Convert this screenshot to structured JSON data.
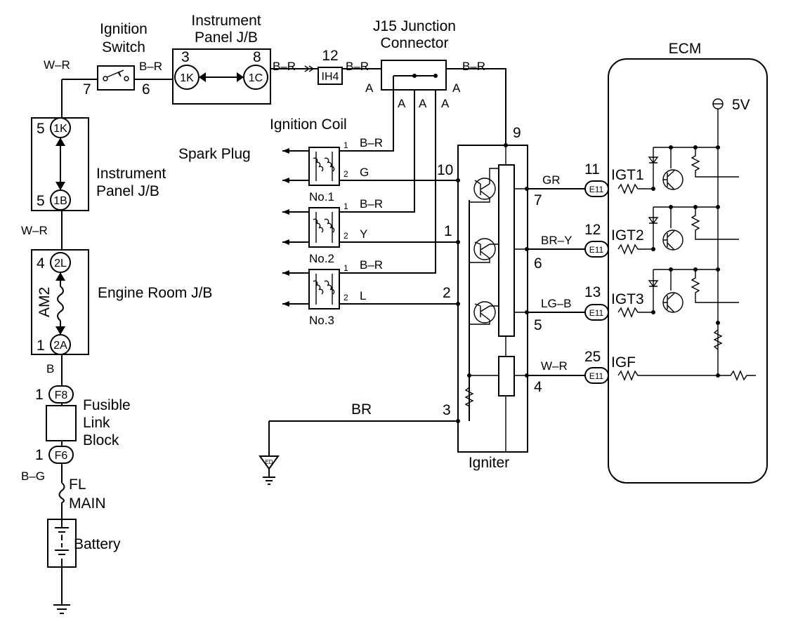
{
  "ignition_switch": {
    "title1": "Ignition",
    "title2": "Switch",
    "pin_in": "7",
    "pin_out": "6",
    "wire_in": "W–R",
    "wire_out": "B–R"
  },
  "ip_jb_top": {
    "title1": "Instrument",
    "title2": "Panel J/B",
    "pin_a": "3",
    "conn_a": "1K",
    "pin_b": "8",
    "conn_b": "1C",
    "wire_out": "B–R"
  },
  "ih4": {
    "pin": "12",
    "conn": "IH4",
    "wire_out": "B–R"
  },
  "j15": {
    "title1": "J15 Junction",
    "title2": "Connector",
    "letter": "A",
    "wire_out": "B–R"
  },
  "ip_jb_left": {
    "title1": "Instrument",
    "title2": "Panel J/B",
    "pin_top": "5",
    "conn_top": "1K",
    "pin_bot": "5",
    "conn_bot": "1B"
  },
  "wire_wr": "W–R",
  "engine_room_jb": {
    "title": "Engine Room J/B",
    "fuse": "AM2",
    "pin_top": "4",
    "conn_top": "2L",
    "pin_bot": "1",
    "conn_bot": "2A"
  },
  "wire_b": "B",
  "fusible_link": {
    "line1": "Fusible",
    "line2": "Link",
    "line3": "Block",
    "pin_top": "1",
    "conn_top": "F8",
    "pin_bot": "1",
    "conn_bot": "F6"
  },
  "wire_bg": "B–G",
  "fl_main": {
    "line1": "FL",
    "line2": "MAIN"
  },
  "battery": "Battery",
  "ignition_coil": {
    "title": "Ignition Coil",
    "spark": "Spark Plug",
    "coils": [
      {
        "name": "No.1",
        "wire1": "B–R",
        "wire2": "G",
        "pin1": "1",
        "pin2": "2"
      },
      {
        "name": "No.2",
        "wire1": "B–R",
        "wire2": "Y",
        "pin1": "1",
        "pin2": "2"
      },
      {
        "name": "No.3",
        "wire1": "B–R",
        "wire2": "L",
        "pin1": "1",
        "pin2": "2"
      }
    ]
  },
  "igniter": {
    "title": "Igniter",
    "pins": {
      "p9": "9",
      "p10": "10",
      "p1": "1",
      "p2": "2",
      "p3": "3",
      "p7": "7",
      "p6": "6",
      "p5": "5",
      "p4": "4"
    }
  },
  "ground": {
    "wire": "BR",
    "label": "ED"
  },
  "ecm": {
    "title": "ECM",
    "supply": "5V",
    "conn": "E11",
    "signals": [
      {
        "wire": "GR",
        "pin": "11",
        "name": "IGT1"
      },
      {
        "wire": "BR–Y",
        "pin": "12",
        "name": "IGT2"
      },
      {
        "wire": "LG–B",
        "pin": "13",
        "name": "IGT3"
      },
      {
        "wire": "W–R",
        "pin": "25",
        "name": "IGF"
      }
    ]
  }
}
